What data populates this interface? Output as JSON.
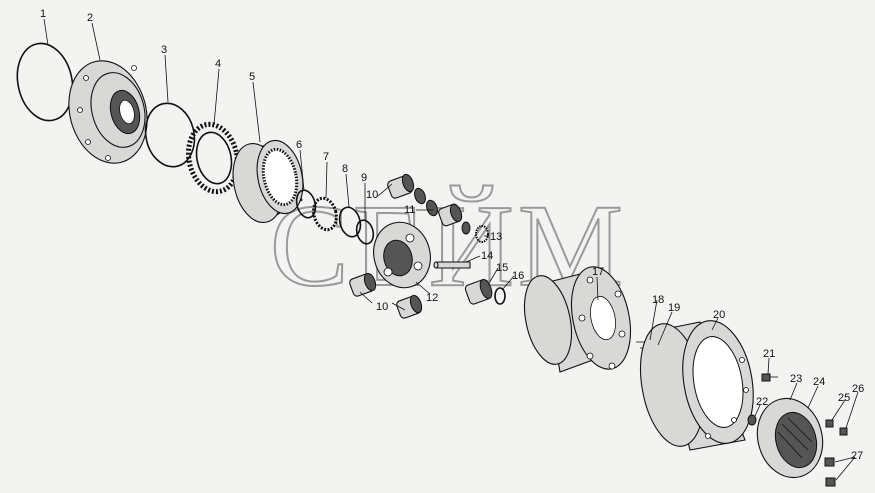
{
  "watermark": "СЕЙМ",
  "callouts": [
    "1",
    "2",
    "3",
    "4",
    "5",
    "6",
    "7",
    "8",
    "9",
    "10",
    "11",
    "12",
    "13",
    "14",
    "15",
    "16",
    "17",
    "18",
    "19",
    "20",
    "21",
    "22",
    "23",
    "24",
    "25",
    "26",
    "27"
  ],
  "repeat_labels": {
    "label_10_b": "10",
    "label_10_c": "10"
  }
}
